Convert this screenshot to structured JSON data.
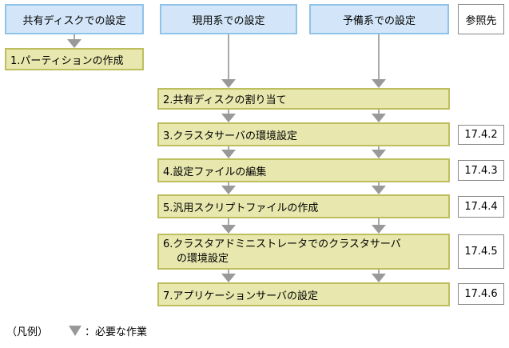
{
  "colors": {
    "header_fill": "#d3e6f9",
    "header_border": "#8fc3e9",
    "step_fill": "#e7e7ae",
    "step_border": "#bebe5f",
    "ref_border": "#888888",
    "arrow": "#999999",
    "text": "#000000",
    "background": "#ffffff"
  },
  "headers": {
    "shared_disk": "共有ディスクでの設定",
    "active": "現用系での設定",
    "standby": "予備系での設定",
    "reference": "参照先"
  },
  "steps": [
    {
      "text": "1.パーティションの作成",
      "ref": ""
    },
    {
      "text": "2.共有ディスクの割り当て",
      "ref": ""
    },
    {
      "text": "3.クラスタサーバの環境設定",
      "ref": "17.4.2"
    },
    {
      "text": "4.設定ファイルの編集",
      "ref": "17.4.3"
    },
    {
      "text": "5.汎用スクリプトファイルの作成",
      "ref": "17.4.4"
    },
    {
      "text": "6.クラスタアドミニストレータでのクラスタサーバ",
      "text2": "の環境設定",
      "ref": "17.4.5"
    },
    {
      "text": "7.アプリケーションサーバの設定",
      "ref": "17.4.6"
    }
  ],
  "legend": {
    "prefix": "（凡例）",
    "arrow_icon": "down-triangle",
    "meaning": "：必要な作業"
  }
}
